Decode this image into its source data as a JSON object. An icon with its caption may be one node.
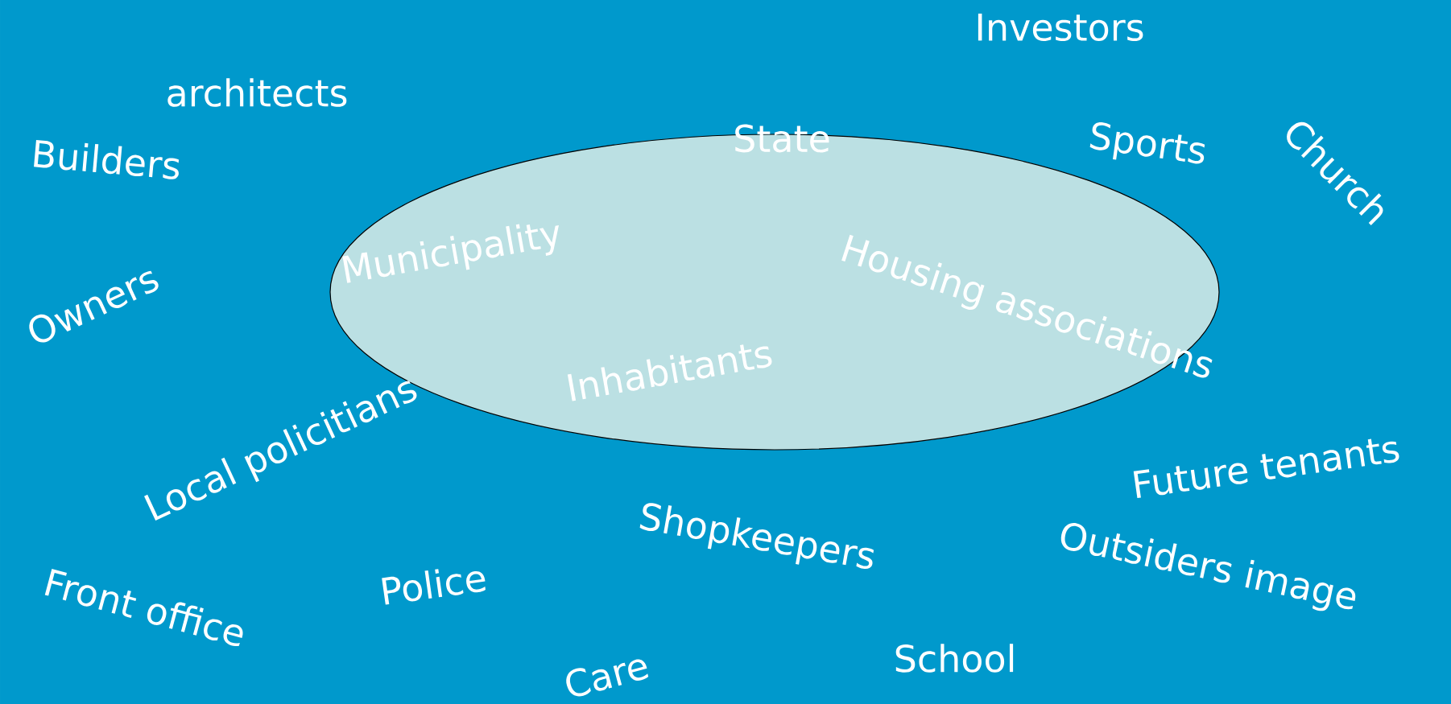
{
  "diagram": {
    "nodes": [
      {
        "text": [
          "State",
          "Municipality",
          "Housing associations",
          "Inhabitants"
        ]
      }
    ],
    "labels": [
      "Investors",
      "architects",
      "Builders",
      "Sports",
      "Church",
      "Owners",
      "Local policitians",
      "Future tenants",
      "Shopkeepers",
      "Outsiders image",
      "Front office",
      "Police",
      "School",
      "Care"
    ]
  }
}
